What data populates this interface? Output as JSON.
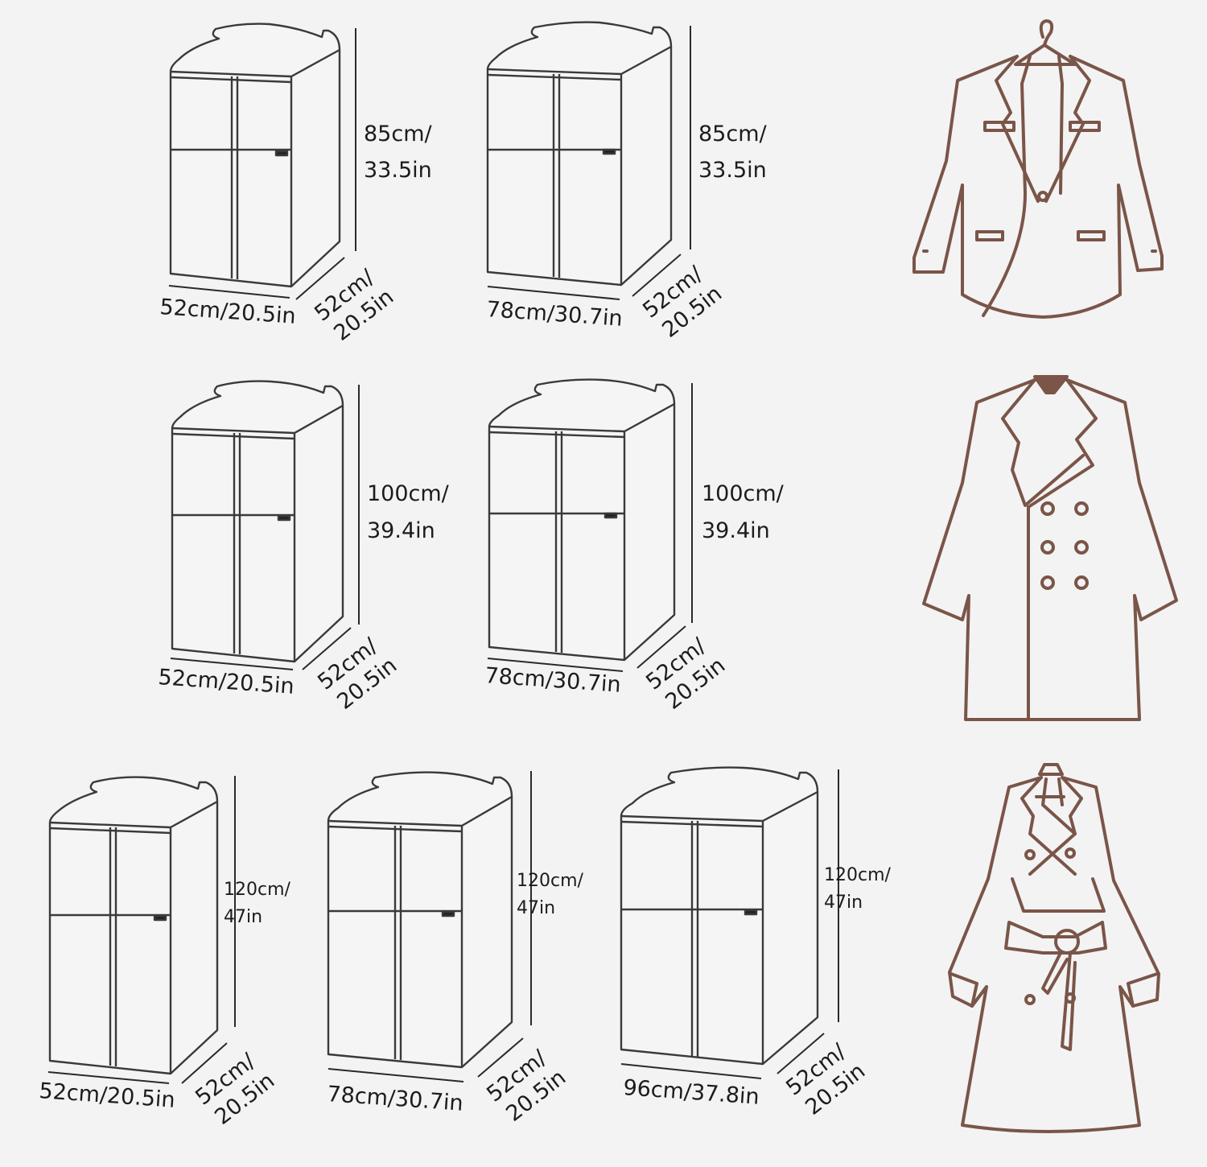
{
  "colors": {
    "background": "#f3f3f3",
    "bag_outline": "#3a3a3a",
    "coat_outline": "#7a5548",
    "text": "#1c1c1c"
  },
  "icons": [
    "suit-jacket-icon",
    "double-breasted-coat-icon",
    "trench-coat-icon",
    "hanger-icon"
  ],
  "rows": [
    {
      "height_label": [
        "85cm/",
        "33.5in"
      ],
      "bags": [
        {
          "width_label": "52cm/20.5in",
          "depth_label": [
            "52cm/",
            "20.5in"
          ]
        },
        {
          "width_label": "78cm/30.7in",
          "depth_label": [
            "52cm/",
            "20.5in"
          ]
        }
      ],
      "garment": "suit-jacket-icon"
    },
    {
      "height_label": [
        "100cm/",
        "39.4in"
      ],
      "bags": [
        {
          "width_label": "52cm/20.5in",
          "depth_label": [
            "52cm/",
            "20.5in"
          ]
        },
        {
          "width_label": "78cm/30.7in",
          "depth_label": [
            "52cm/",
            "20.5in"
          ]
        }
      ],
      "garment": "double-breasted-coat-icon"
    },
    {
      "height_label": [
        "120cm/",
        "47in"
      ],
      "bags": [
        {
          "width_label": "52cm/20.5in",
          "depth_label": [
            "52cm/",
            "20.5in"
          ]
        },
        {
          "width_label": "78cm/30.7in",
          "depth_label": [
            "52cm/",
            "20.5in"
          ]
        },
        {
          "width_label": "96cm/37.8in",
          "depth_label": [
            "52cm/",
            "20.5in"
          ]
        }
      ],
      "garment": "trench-coat-icon"
    }
  ]
}
